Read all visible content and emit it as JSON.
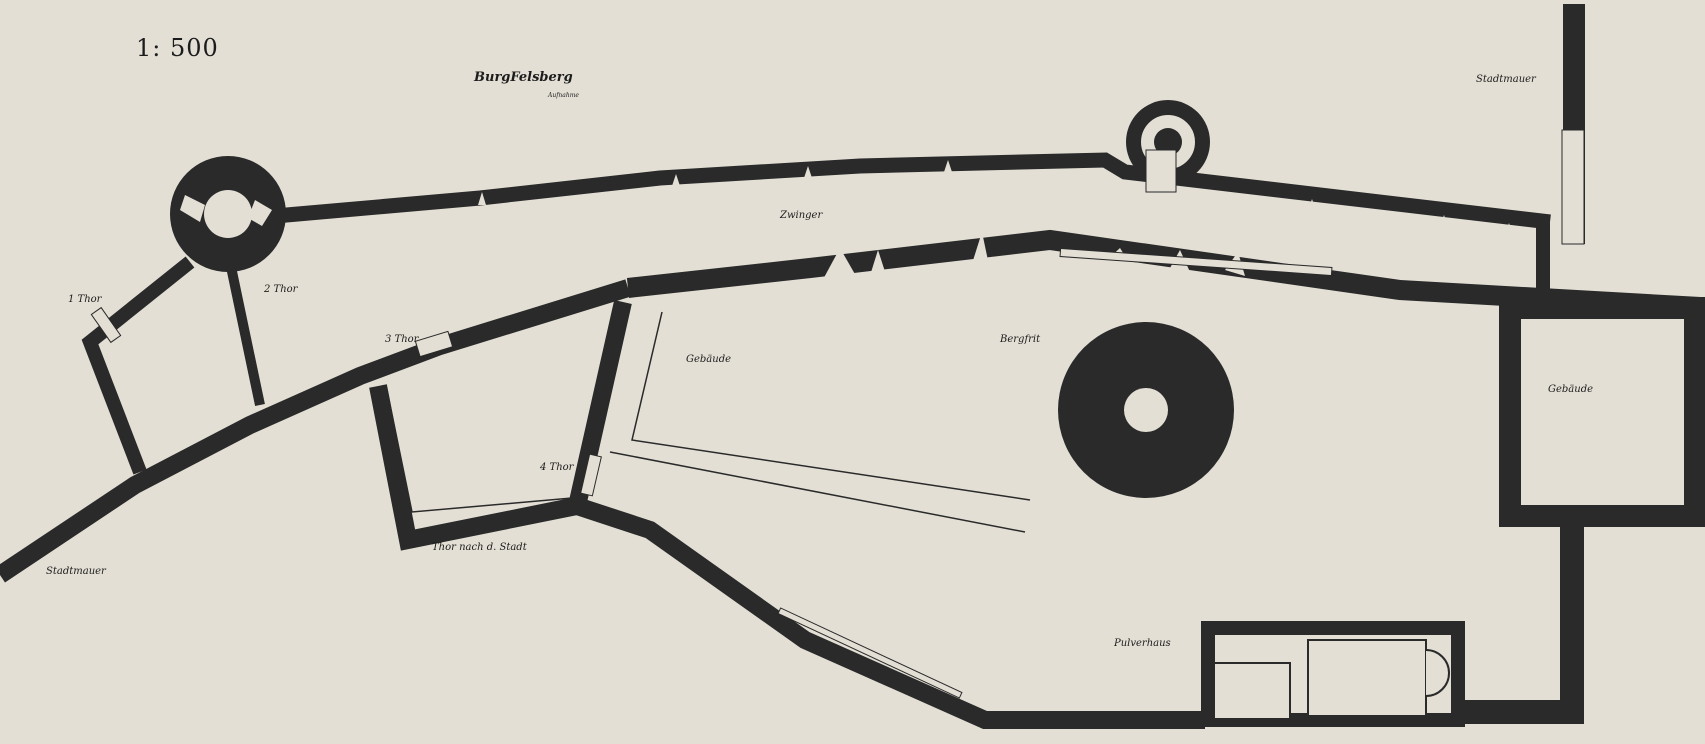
{
  "scale": "1: 500",
  "title": "BurgFelsberg",
  "title_note": "Aufnahme",
  "labels": {
    "zwinger": "Zwinger",
    "bergfrit": "Bergfrit",
    "gebaeude_left": "Gebäude",
    "gebaeude_right": "Gebäude",
    "pulverhaus": "Pulverhaus",
    "stadtmauer_left": "Stadtmauer",
    "stadtmauer_right": "Stadtmauer",
    "thor_1": "1 Thor",
    "thor_2": "2 Thor",
    "thor_3": "3 Thor",
    "thor_4": "4 Thor",
    "thor_stadt": "Thor nach d. Stadt"
  },
  "colors": {
    "paper": "#e3dfd5",
    "wall": "#2a2a2a"
  }
}
